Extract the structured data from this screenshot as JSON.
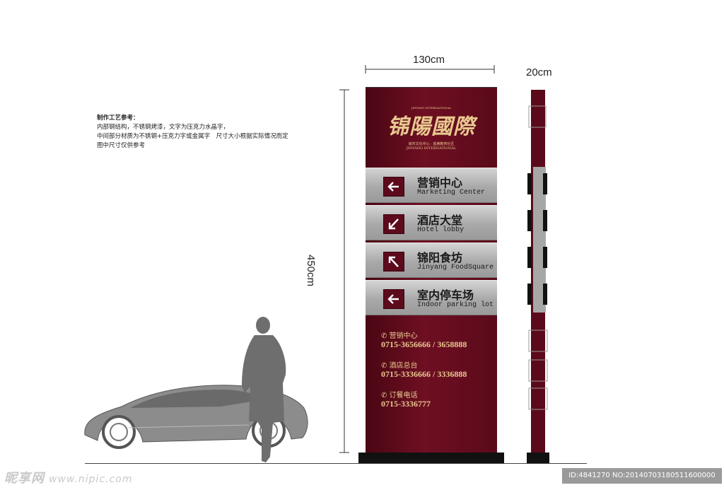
{
  "dimensions": {
    "width": "130cm",
    "height": "450cm",
    "depth": "20cm"
  },
  "notes": {
    "title": "制作工艺参考：",
    "line1": "内部钢结构，不锈钢烤漆，文字为压克力水晶字，",
    "line2": "中间部分材质为不锈钢+压克力字或金属字　尺寸大小根据实际情况而定",
    "line3": "图中尺寸仅供参考"
  },
  "logo": {
    "small": "JINYANG INTERNATIONAL",
    "brand": "锦陽國際",
    "tagline": "城市文化中心 · 首席教育社区",
    "english": "JINYANG INTERNATIONAL"
  },
  "panels": [
    {
      "cn": "营销中心",
      "en": "Marketing Center",
      "arrow": "left-arrow-icon"
    },
    {
      "cn": "酒店大堂",
      "en": "Hotel lobby",
      "arrow": "down-left-arrow-icon"
    },
    {
      "cn": "锦阳食坊",
      "en": "Jinyang FoodSquare",
      "arrow": "up-left-arrow-icon"
    },
    {
      "cn": "室内停车场",
      "en": "Indoor parking lot",
      "arrow": "left-arrow-icon"
    }
  ],
  "phones": [
    {
      "label": "✆ 营销中心",
      "number": "0715-3656666 / 3658888"
    },
    {
      "label": "✆ 酒店总台",
      "number": "0715-3336666 / 3336888"
    },
    {
      "label": "✆ 订餐电话",
      "number": "0715-3336777"
    }
  ],
  "colors": {
    "sign": "#6e0f22",
    "panel": "#b0b0b0",
    "gold": "#e8c98f"
  },
  "watermark": {
    "brand": "昵享网",
    "url": "www.nipic.com",
    "id": "ID:4841270 NO:20140703180511600000"
  }
}
